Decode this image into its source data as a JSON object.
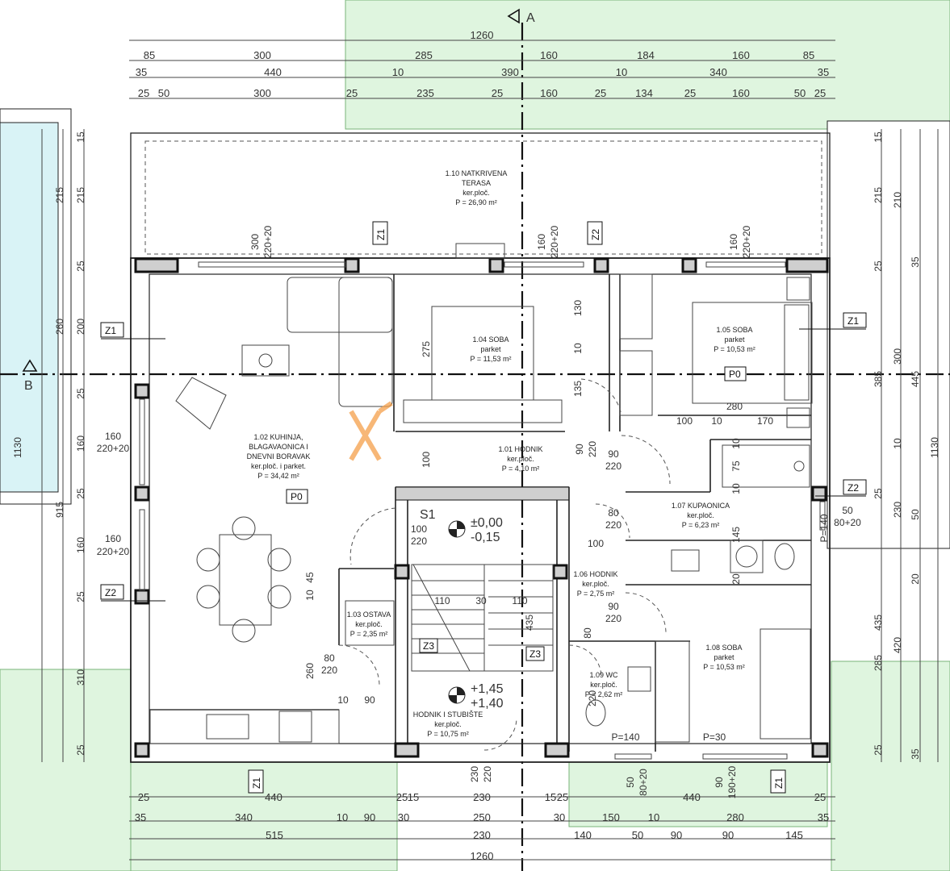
{
  "section_markers": {
    "a": "A",
    "b": "B"
  },
  "dims": {
    "top_total": "1260",
    "top_row1": [
      "85",
      "300",
      "285",
      "160",
      "184",
      "160",
      "85"
    ],
    "top_row2": [
      "35",
      "440",
      "10",
      "390",
      "10",
      "340",
      "35"
    ],
    "top_row3": [
      "25",
      "50",
      "300",
      "25",
      "235",
      "25",
      "160",
      "25",
      "134",
      "25",
      "160",
      "50",
      "25"
    ],
    "bottom_row1": [
      "25",
      "440",
      "25",
      "15",
      "230",
      "15",
      "25",
      "440",
      "25"
    ],
    "bottom_row2": [
      "35",
      "340",
      "10",
      "90",
      "30",
      "250",
      "30",
      "150",
      "10",
      "280",
      "35"
    ],
    "bottom_row3": [
      "515",
      "230",
      "140",
      "50",
      "90",
      "90",
      "145"
    ],
    "bottom_total": "1260",
    "left_outer": [
      "15",
      "215",
      "25",
      "200",
      "25",
      "160",
      "25",
      "160",
      "25",
      "310",
      "25"
    ],
    "left_mid": [
      "215",
      "260",
      "915"
    ],
    "left_total": "1130",
    "right_outer": [
      "15",
      "215",
      "25",
      "385",
      "25",
      "435",
      "285",
      "25"
    ],
    "right_mid": [
      "210",
      "35",
      "300",
      "445",
      "10",
      "50",
      "230",
      "20",
      "420",
      "35"
    ],
    "right_total": "1130"
  },
  "openings": {
    "w1": "300",
    "w1b": "220+20",
    "w2": "160",
    "w2b": "220+20",
    "w3": "160",
    "w3b": "220+20",
    "w4": "160",
    "w4b": "220+20",
    "w5": "160",
    "w5b": "220+20",
    "w6": "50",
    "w6b": "80+20",
    "w7": "50",
    "w7b": "80+20",
    "w8": "90",
    "w8b": "190+20",
    "d1": "90",
    "d1b": "220",
    "d2": "80",
    "d2b": "220",
    "d3": "90",
    "d3b": "220",
    "d4": "80",
    "d4b": "220",
    "d5": "100",
    "d5b": "220",
    "d6": "230",
    "d6b": "220",
    "d7": "90",
    "d7b": "220",
    "p1": "P=140",
    "p2": "P=140",
    "p3": "P=30"
  },
  "rooms": {
    "r110": {
      "name": "1.10 NATKRIVENA",
      "name2": "TERASA",
      "floor": "ker.ploč.",
      "area": "P = 26,90 m²"
    },
    "r104": {
      "name": "1.04 SOBA",
      "floor": "parket",
      "area": "P = 11,53 m²"
    },
    "r105": {
      "name": "1.05 SOBA",
      "floor": "parket",
      "area": "P = 10,53 m²"
    },
    "r102": {
      "name": "1.02 KUHINJA,",
      "name2": "BLAGAVAONICA I",
      "name3": "DNEVNI BORAVAK",
      "floor": "ker.ploč. i parket.",
      "area": "P = 34,42 m²"
    },
    "r101": {
      "name": "1.01 HODNIK",
      "floor": "ker.ploč.",
      "area": "P = 4,10 m²"
    },
    "r107": {
      "name": "1.07 KUPAONICA",
      "floor": "ker.ploč.",
      "area": "P = 6,23 m²"
    },
    "r106": {
      "name": "1.06 HODNIK",
      "floor": "ker.ploč.",
      "area": "P = 2,75 m²"
    },
    "r103": {
      "name": "1.03 OSTAVA",
      "floor": "ker.ploč.",
      "area": "P = 2,35 m²"
    },
    "r109": {
      "name": "1.09 WC",
      "floor": "ker.ploč.",
      "area": "P = 2,62 m²"
    },
    "r108": {
      "name": "1.08 SOBA",
      "floor": "parket",
      "area": "P = 10,53 m²"
    },
    "stair": {
      "name": "HODNIK I STUBIŠTE",
      "floor": "ker.ploč.",
      "area": "P = 10,75 m²"
    }
  },
  "levels": {
    "l1": "±0,00",
    "l1b": "-0,15",
    "l2": "+1,45",
    "l2b": "+1,40",
    "stair_label": "S1"
  },
  "wall_tags": {
    "z1": "Z1",
    "z2": "Z2",
    "z3": "Z3",
    "p0": "P0"
  },
  "inner_dims": [
    "275",
    "100",
    "130",
    "10",
    "135",
    "100",
    "10",
    "170",
    "280",
    "10",
    "75",
    "10",
    "145",
    "20",
    "10",
    "45",
    "110",
    "30",
    "110",
    "435",
    "260",
    "10",
    "90",
    "100",
    "80",
    "220"
  ],
  "colors": {
    "green": "#dff5df",
    "green_border": "#7ab47a",
    "pool": "#d9f3f6",
    "accent": "#f5a04a"
  }
}
